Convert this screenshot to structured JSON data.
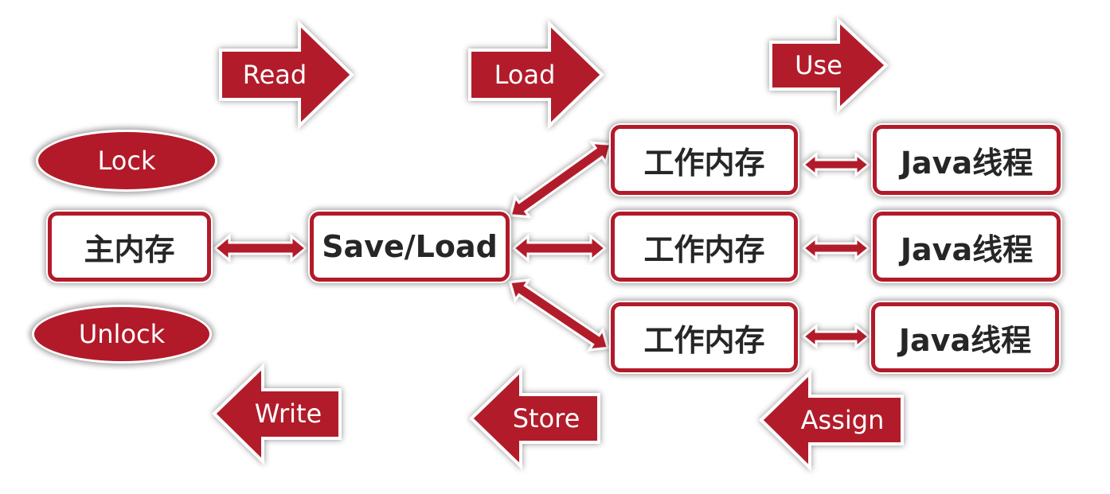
{
  "colors": {
    "accent": "#b21a2a",
    "text": "#262626",
    "background": "#ffffff"
  },
  "nodes": {
    "main_memory": "主内存",
    "save_load": "Save/Load",
    "working_memory": [
      "工作内存",
      "工作内存",
      "工作内存"
    ],
    "java_thread": [
      "Java线程",
      "Java线程",
      "Java线程"
    ]
  },
  "operations": {
    "lock": "Lock",
    "unlock": "Unlock",
    "read": "Read",
    "load": "Load",
    "use": "Use",
    "write": "Write",
    "store": "Store",
    "assign": "Assign"
  },
  "arrow_directions": {
    "read": "right",
    "load": "right",
    "use": "right",
    "write": "left",
    "store": "left",
    "assign": "left"
  },
  "connectors": "double-headed"
}
